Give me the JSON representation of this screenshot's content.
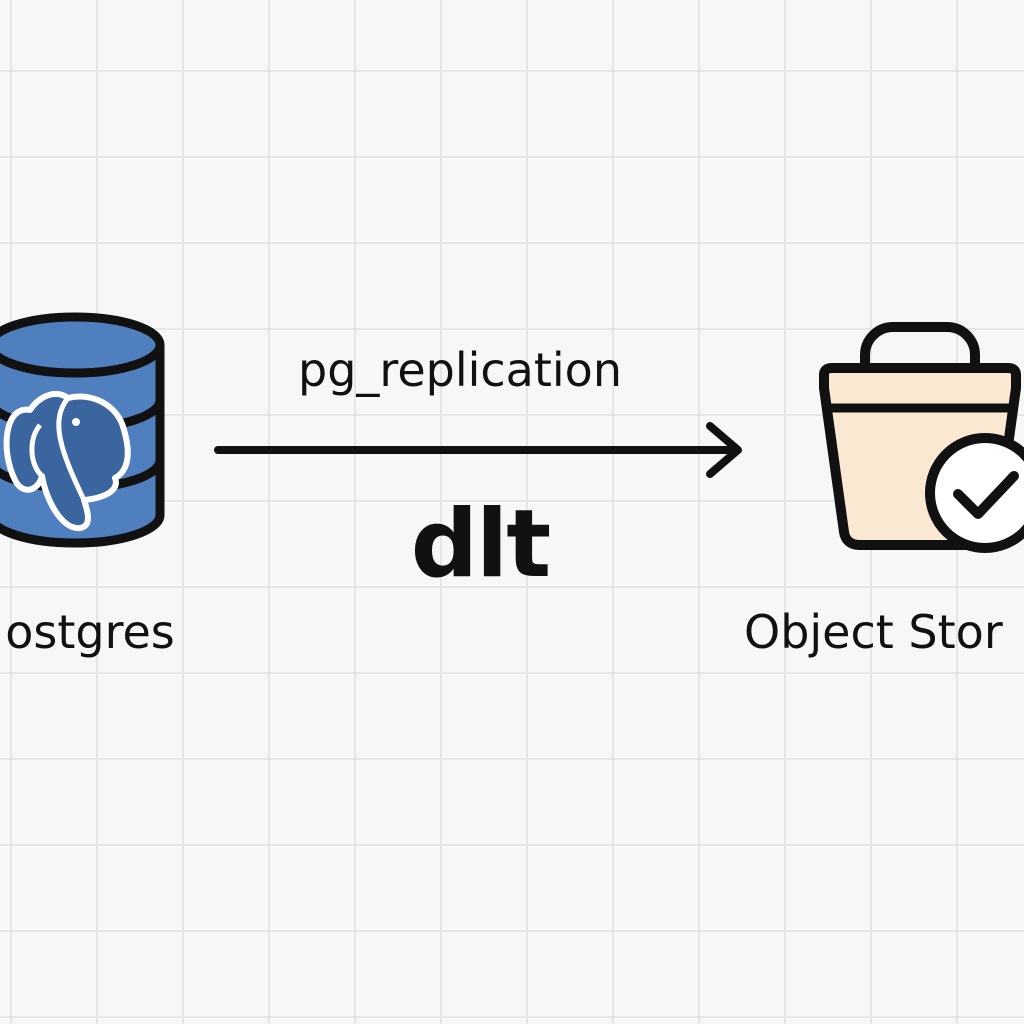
{
  "source": {
    "label": "ostgres",
    "icon": "postgres-database-icon",
    "fill_color": "#4f7fbf",
    "mascot_color": "#3a659f"
  },
  "connector": {
    "method": "pg_replication",
    "tool": "dlt",
    "icon": "right-arrow-icon"
  },
  "destination": {
    "label": "Object Stor",
    "icon": "bucket-icon",
    "body_color": "#fbe8d2",
    "badge_icon": "check-badge-icon"
  },
  "colors": {
    "background": "#f7f7f7",
    "grid": "#e6e6e6",
    "ink": "#111111"
  }
}
